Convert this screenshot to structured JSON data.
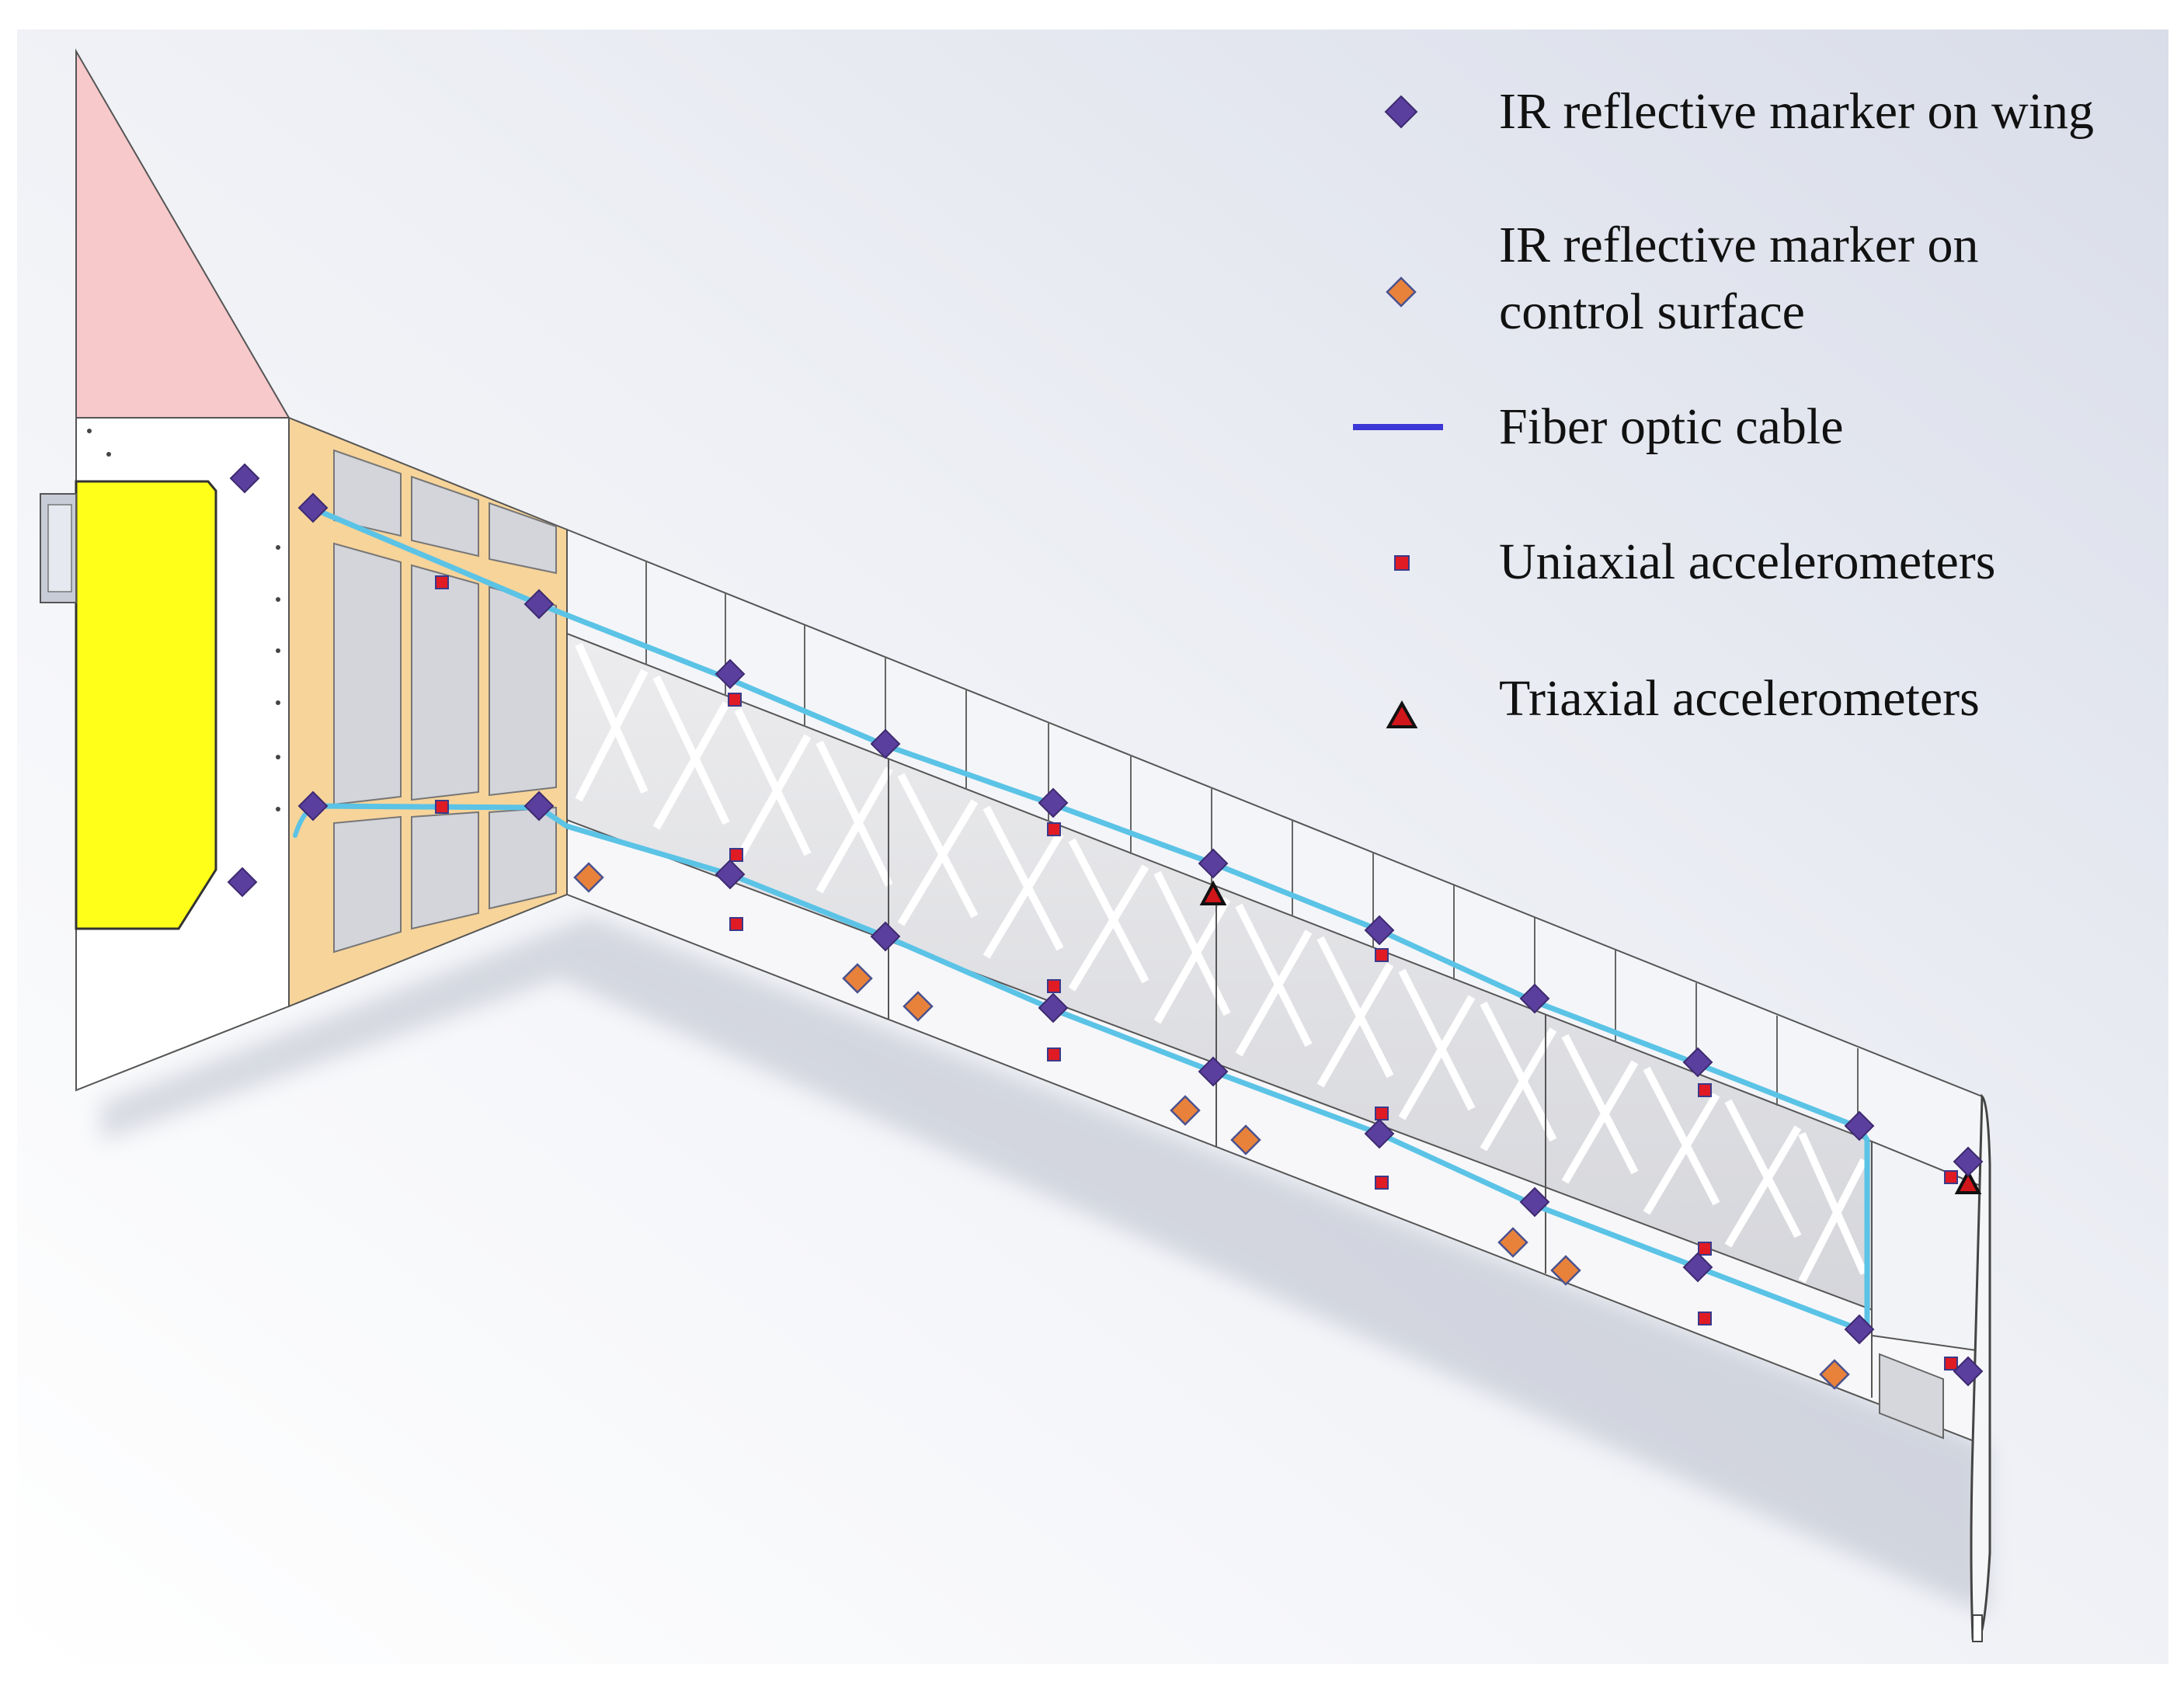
{
  "legend": {
    "wing_marker": "IR reflective marker on wing",
    "cs_marker_line1": "IR reflective marker on",
    "cs_marker_line2": "control surface",
    "fiber": "Fiber optic cable",
    "uniaxial": "Uniaxial accelerometers",
    "triaxial": "Triaxial accelerometers"
  },
  "colors": {
    "wing_marker": "#5b3f9e",
    "cs_marker": "#e8823a",
    "fiber": "#3b36d6",
    "fiber_drawn": "#5bc3e6",
    "uniaxial": "#e01b24",
    "triaxial": "#d0151b",
    "root_wedge": "#f7c9cb",
    "root_panel": "#f7d49a",
    "clamp": "#ffff1a"
  },
  "icons": {
    "wing_marker": "purple-diamond-icon",
    "cs_marker": "orange-diamond-icon",
    "fiber": "blue-line-icon",
    "uniaxial": "red-square-icon",
    "triaxial": "red-triangle-icon"
  }
}
